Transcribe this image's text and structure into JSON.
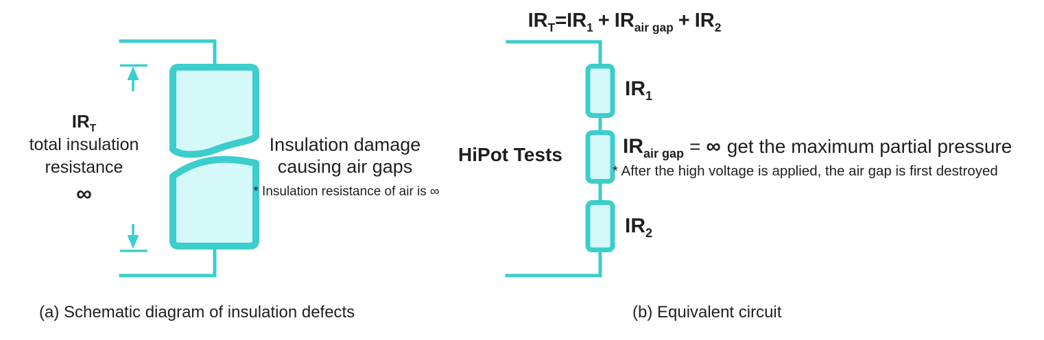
{
  "colors": {
    "teal": "#3CCDCD",
    "fill": "#D5F8F8",
    "text": "#1F1F1F"
  },
  "panel_a": {
    "side_label": {
      "ir": "IR",
      "ir_sub": "T",
      "line2": "total insulation",
      "line3": "resistance",
      "infinity": "∞"
    },
    "damage_line1": "Insulation damage",
    "damage_line2": "causing air gaps",
    "note": "* Insulation resistance of air is ∞",
    "caption": "(a) Schematic diagram of insulation defects"
  },
  "panel_b": {
    "formula": {
      "t1": "IR",
      "t1_sub": "T",
      "eq": "=",
      "t2": "IR",
      "t2_sub": "1",
      "plus1": "+",
      "t3": "IR",
      "t3_sub": "air gap",
      "plus2": "+",
      "t4": "IR",
      "t4_sub": "2"
    },
    "hipot": "HiPot Tests",
    "r1_label": {
      "text": "IR",
      "sub": "1"
    },
    "airgap_line": {
      "ir": "IR",
      "sub": "air gap",
      "eq": "=",
      "infinity": "∞",
      "rest": "get the maximum partial pressure"
    },
    "airgap_note": "* After the high voltage is applied, the air gap is first destroyed",
    "r3_label": {
      "text": "IR",
      "sub": "2"
    },
    "caption": "(b) Equivalent circuit"
  }
}
